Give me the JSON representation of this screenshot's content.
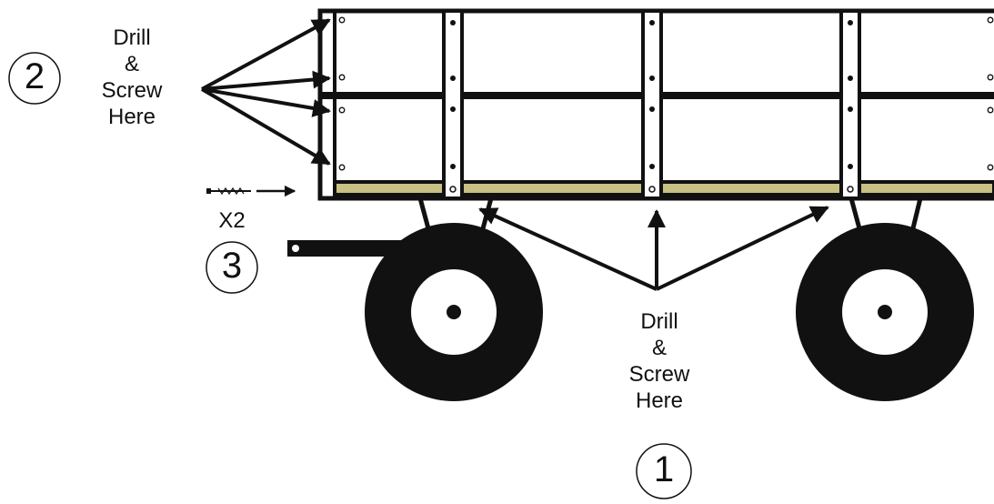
{
  "labels": {
    "upper": {
      "line1": "Drill",
      "line2": "&",
      "line3": "Screw",
      "line4": "Here"
    },
    "lower": {
      "line1": "Drill",
      "line2": "&",
      "line3": "Screw",
      "line4": "Here"
    },
    "multiplier": "X2"
  },
  "steps": {
    "one": "1",
    "two": "2",
    "three": "3"
  },
  "colors": {
    "ink": "#111111",
    "bed_rail": "#c8c084",
    "wheel": "#111111"
  }
}
